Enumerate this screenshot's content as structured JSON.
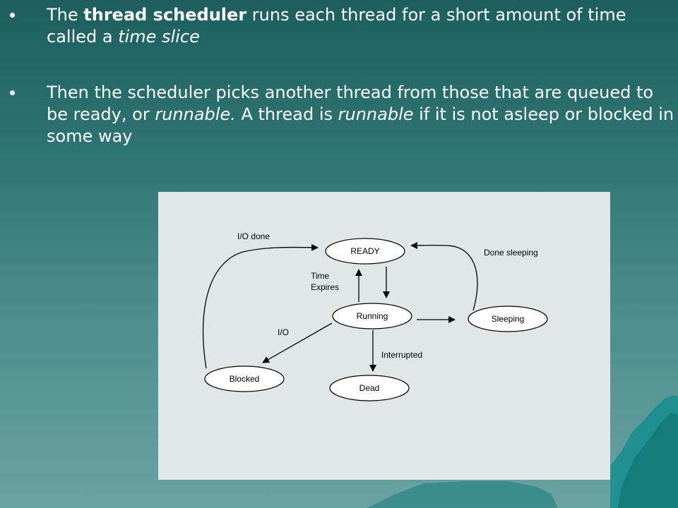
{
  "slide": {
    "bullets": [
      {
        "text_parts": [
          "The ",
          "thread scheduler",
          " runs each thread for a short amount of time called a ",
          "time slice",
          ""
        ]
      },
      {
        "text_parts": [
          "Then the scheduler picks another thread from those that are queued to be ready, or ",
          "runnable.",
          "  A thread is ",
          "runnable",
          " if it is not asleep or blocked in some way"
        ]
      }
    ]
  },
  "diagram": {
    "states": {
      "ready": "READY",
      "running": "Running",
      "sleeping": "Sleeping",
      "blocked": "Blocked",
      "dead": "Dead"
    },
    "transitions": {
      "io_done": "I/O done",
      "time_expires_1": "Time",
      "time_expires_2": "Expires",
      "done_sleeping": "Done sleeping",
      "io": "I/O",
      "interrupted": "Interrupted"
    }
  },
  "colors": {
    "background_top": "#1d5f5f",
    "background_bottom": "#6aa2a2",
    "panel": "#e1e7e7",
    "text": "#ffffff"
  }
}
